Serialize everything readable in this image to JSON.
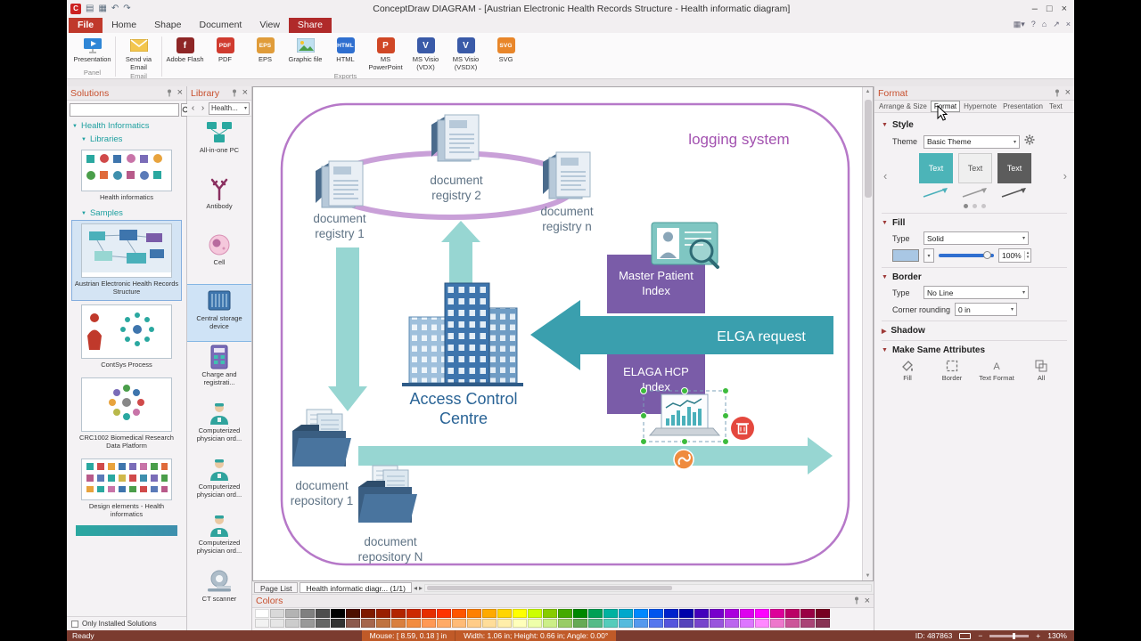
{
  "titlebar": {
    "title": "ConceptDraw DIAGRAM - [Austrian Electronic Health Records Structure - Health informatic diagram]"
  },
  "ribbon": {
    "tabs": [
      "File",
      "Home",
      "Shape",
      "Document",
      "View",
      "Share"
    ],
    "buttons": [
      {
        "label": "Presentation"
      },
      {
        "label": "Send via Email"
      },
      {
        "label": "Adobe Flash"
      },
      {
        "label": "PDF"
      },
      {
        "label": "EPS"
      },
      {
        "label": "Graphic file"
      },
      {
        "label": "HTML"
      },
      {
        "label": "MS PowerPoint"
      },
      {
        "label": "MS Visio (VDX)"
      },
      {
        "label": "MS Visio (VSDX)"
      },
      {
        "label": "SVG"
      }
    ],
    "groups": [
      "Panel",
      "Email",
      "Exports"
    ]
  },
  "solutions": {
    "title": "Solutions",
    "root_item": "Health Informatics",
    "libraries_label": "Libraries",
    "library_thumb_label": "Health informatics",
    "samples_label": "Samples",
    "samples": [
      {
        "label": "Austrian Electronic Health Records Structure"
      },
      {
        "label": "ContSys Process"
      },
      {
        "label": "CRC1002 Biomedical Research Data Platform"
      },
      {
        "label": "Design elements - Health informatics"
      }
    ],
    "footer_checkbox": "Only Installed Solutions"
  },
  "library": {
    "title": "Library",
    "selector_value": "Health...",
    "items": [
      {
        "label": "All-in-one PC"
      },
      {
        "label": "Antibody"
      },
      {
        "label": "Cell"
      },
      {
        "label": "Central storage device"
      },
      {
        "label": "Charge and registrati..."
      },
      {
        "label": "Computerized physician ord..."
      },
      {
        "label": "Computerized physician ord..."
      },
      {
        "label": "Computerized physician ord..."
      },
      {
        "label": "CT scanner"
      }
    ]
  },
  "canvas": {
    "page_list_button": "Page List",
    "page_tab": "Health informatic diagr... (1/1)"
  },
  "diagram": {
    "title": "logging system",
    "registry1": {
      "l1": "document",
      "l2": "registry 1"
    },
    "registry2": {
      "l1": "document",
      "l2": "registry 2"
    },
    "registryn": {
      "l1": "document",
      "l2": "registry n"
    },
    "master_index": {
      "l1": "Master Patient",
      "l2": "Index"
    },
    "elga_request": "ELGA request",
    "hcp_index": {
      "l1": "ELAGA HCP",
      "l2": "Index"
    },
    "access_centre": {
      "l1": "Access Control",
      "l2": "Centre"
    },
    "repository1": {
      "l1": "document",
      "l2": "repository 1"
    },
    "repositoryn": {
      "l1": "document",
      "l2": "repository N"
    }
  },
  "colors_panel": {
    "title": "Colors",
    "row1": [
      "#ffffff",
      "#d9d9d9",
      "#b3b3b3",
      "#808080",
      "#4d4d4d",
      "#000000",
      "#4c0f00",
      "#7f1a00",
      "#991f00",
      "#b22400",
      "#cc2900",
      "#e62e00",
      "#ff3300",
      "#ff5500",
      "#ff8000",
      "#ffaa00",
      "#ffd500",
      "#ffff00",
      "#ccff00",
      "#88cc00",
      "#44aa00",
      "#008800",
      "#00a055",
      "#00b2a0",
      "#00a8cc",
      "#0088ff",
      "#0055ee",
      "#0022cc",
      "#0000aa",
      "#4400bb",
      "#7700cc",
      "#aa00dd",
      "#dd00ee",
      "#ff00ff",
      "#dd0099",
      "#bb0066",
      "#990044",
      "#770022"
    ],
    "row2": [
      "#f2f2f2",
      "#e6e6e6",
      "#cccccc",
      "#999999",
      "#666666",
      "#333333",
      "#8c5a4d",
      "#a5664d",
      "#bf7340",
      "#d98040",
      "#f28c40",
      "#ff9955",
      "#ffaa66",
      "#ffbb77",
      "#ffcc88",
      "#ffdd99",
      "#ffeeaa",
      "#ffffbb",
      "#eeffaa",
      "#ccee88",
      "#99cc66",
      "#66aa55",
      "#55bb88",
      "#55ccbb",
      "#55bbdd",
      "#5599ee",
      "#5577ee",
      "#5555dd",
      "#5544bb",
      "#7744cc",
      "#9955dd",
      "#bb66ee",
      "#dd77ff",
      "#ff88ff",
      "#ee77cc",
      "#cc5599",
      "#aa4477",
      "#883355"
    ]
  },
  "format": {
    "title": "Format",
    "tabs": [
      "Arrange & Size",
      "Format",
      "Hypernote",
      "Presentation",
      "Text"
    ],
    "style": {
      "heading": "Style",
      "theme_label": "Theme",
      "theme_value": "Basic Theme",
      "preview_text": "Text"
    },
    "fill": {
      "heading": "Fill",
      "type_label": "Type",
      "type_value": "Solid",
      "opacity": "100%",
      "swatch_color": "#a9c7e4"
    },
    "border": {
      "heading": "Border",
      "type_label": "Type",
      "type_value": "No Line",
      "corner_label": "Corner rounding",
      "corner_value": "0 in"
    },
    "shadow_heading": "Shadow",
    "make_same": {
      "heading": "Make Same Attributes",
      "items": [
        "Fill",
        "Border",
        "Text Format",
        "All"
      ]
    }
  },
  "statusbar": {
    "ready": "Ready",
    "mouse": "Mouse: [ 8.59, 0.18 ] in",
    "dimensions": "Width: 1.06 in;  Height: 0.66 in;  Angle: 0.00°",
    "object_id": "ID: 487863",
    "zoom": "130%"
  }
}
